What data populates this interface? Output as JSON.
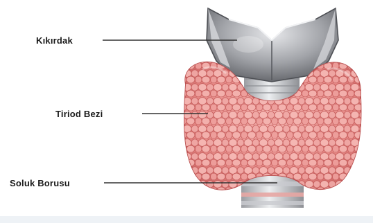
{
  "labels": {
    "cartilage": "Kıkırdak",
    "thyroid_gland": "Tiriod Bezi",
    "trachea": "Soluk Borusu"
  },
  "colors": {
    "background": "#ffffff",
    "label_text": "#1a1a1a",
    "leader_line": "#333333",
    "cartilage": "#9a9ca1",
    "gland": "#e88d8d",
    "gland_lobule": "#f2b0ad",
    "trachea_ring": "#d9dadd"
  },
  "icons": [
    "thyroid-illustration"
  ]
}
